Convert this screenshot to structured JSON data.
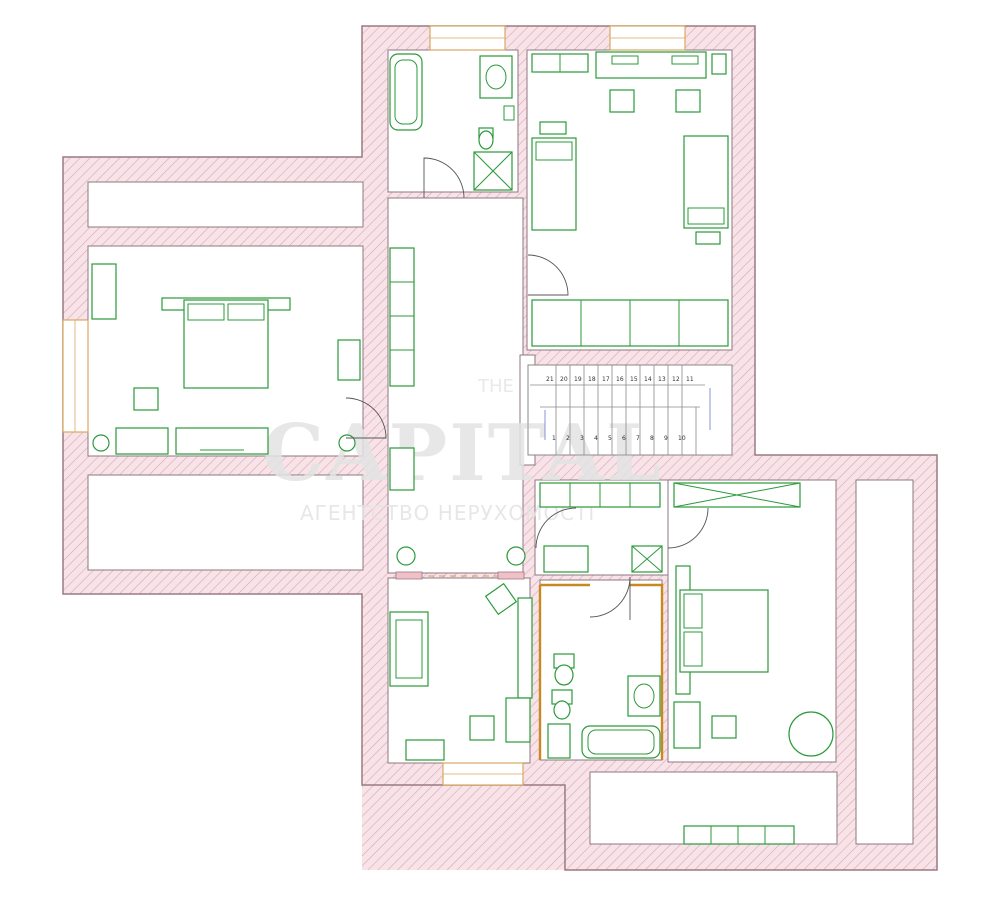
{
  "watermark": {
    "top": "THE",
    "main": "CAPITAL",
    "bottom": "АГЕНТСТВО НЕРУХОМОСТІ"
  },
  "stairs": {
    "top_numbers": [
      "21",
      "20",
      "19",
      "18",
      "17",
      "16",
      "15",
      "14",
      "13",
      "12",
      "11"
    ],
    "bottom_numbers": [
      "1",
      "2",
      "3",
      "4",
      "5",
      "6",
      "7",
      "8",
      "9",
      "10"
    ]
  },
  "colors": {
    "wall": "#f4dde3",
    "furniture": "#2a9a3a",
    "window": "#d8a860"
  }
}
